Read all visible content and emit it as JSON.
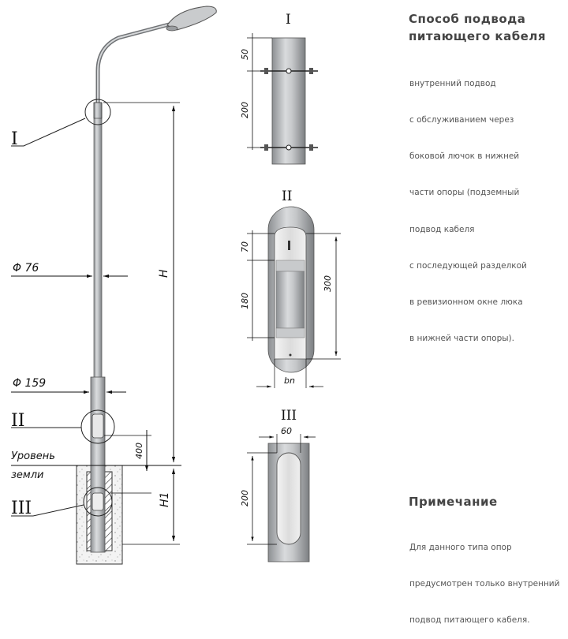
{
  "section_title": {
    "line1": "Способ подвода",
    "line2": "питающего кабеля"
  },
  "section_description": [
    "внутренний подвод",
    "с обслуживанием через",
    "боковой лючок в нижней",
    "части опоры (подземный",
    "подвод кабеля",
    "с последующей разделкой",
    "в ревизионном окне люка",
    "в нижней части опоры)."
  ],
  "note": {
    "title": "Примечание",
    "lines": [
      "Для данного типа опор",
      "предусмотрен только внутренний",
      "подвод питающего кабеля."
    ]
  },
  "pole_drawing": {
    "callouts": [
      "I",
      "II",
      "III"
    ],
    "diameter_top": "Φ 76",
    "diameter_bottom": "Φ 159",
    "height_label": "H",
    "foundation_label": "H1",
    "depth_400": "400",
    "ground_level_line1": "Уровень",
    "ground_level_line2": "земли"
  },
  "detail_I": {
    "title": "I",
    "dim_top": "50",
    "dim_bottom": "200"
  },
  "detail_II": {
    "title": "II",
    "dim_70": "70",
    "dim_180": "180",
    "dim_300": "300",
    "dim_bn": "bn"
  },
  "detail_III": {
    "title": "III",
    "dim_60": "60",
    "dim_200": "200"
  }
}
